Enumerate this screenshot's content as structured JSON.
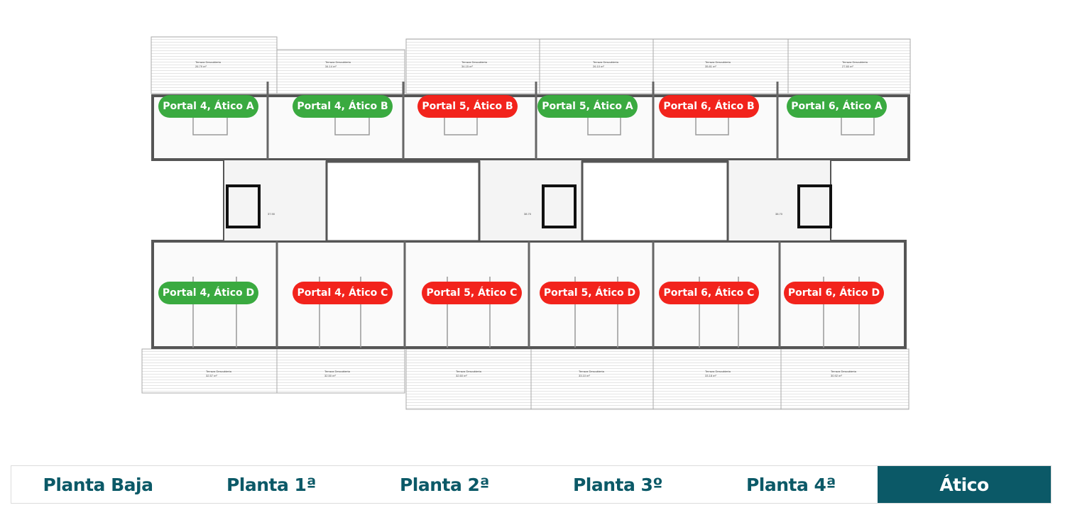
{
  "colors": {
    "available": "#3aaa40",
    "sold": "#f2231c",
    "accent": "#0b5967"
  },
  "plan": {
    "terrace_label": "Terraza Descubierta",
    "top_terraces": [
      "26.79 m²",
      "34.14 m²",
      "34.15 m²",
      "26.10 m²",
      "35.81 m²",
      "27.80 m²"
    ],
    "bottom_terraces": [
      "32.57 m²",
      "32.50 m²",
      "32.60 m²",
      "33.10 m²",
      "33.18 m²",
      "30.92 m²"
    ],
    "core_labels": [
      "37.90",
      "38.70",
      "38.70"
    ]
  },
  "units": [
    {
      "label": "Portal 4, Ático A",
      "status": "available"
    },
    {
      "label": "Portal 4, Ático B",
      "status": "available"
    },
    {
      "label": "Portal 5, Ático B",
      "status": "sold"
    },
    {
      "label": "Portal 5, Ático A",
      "status": "available"
    },
    {
      "label": "Portal 6, Ático B",
      "status": "sold"
    },
    {
      "label": "Portal 6, Ático A",
      "status": "available"
    },
    {
      "label": "Portal 4, Ático D",
      "status": "available"
    },
    {
      "label": "Portal 4, Ático C",
      "status": "sold"
    },
    {
      "label": "Portal 5, Ático C",
      "status": "sold"
    },
    {
      "label": "Portal 5, Ático D",
      "status": "sold"
    },
    {
      "label": "Portal 6, Ático C",
      "status": "sold"
    },
    {
      "label": "Portal 6, Ático D",
      "status": "sold"
    }
  ],
  "tabs": [
    {
      "label": "Planta Baja",
      "active": false
    },
    {
      "label": "Planta 1ª",
      "active": false
    },
    {
      "label": "Planta 2ª",
      "active": false
    },
    {
      "label": "Planta 3º",
      "active": false
    },
    {
      "label": "Planta 4ª",
      "active": false
    },
    {
      "label": "Ático",
      "active": true
    }
  ]
}
